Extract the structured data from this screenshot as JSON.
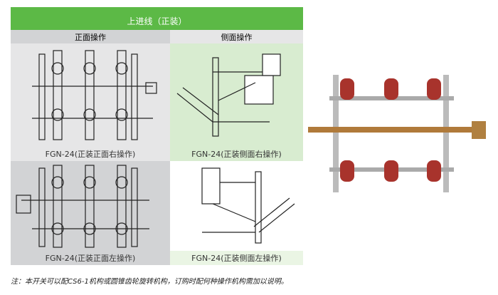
{
  "table": {
    "title": "上进线（正装）",
    "col_front": "正面操作",
    "col_side": "侧面操作",
    "captions": [
      "FGN-24(正装正面右操作)",
      "FGN-24(正装侧面右操作)",
      "FGN-24(正装正面左操作)",
      "FGN-24(正装侧面左操作)"
    ]
  },
  "note": "注：本开关可以配CS6-1机构或圆锥齿轮旋转机构，订购时配何种操作机构需加以说明。"
}
